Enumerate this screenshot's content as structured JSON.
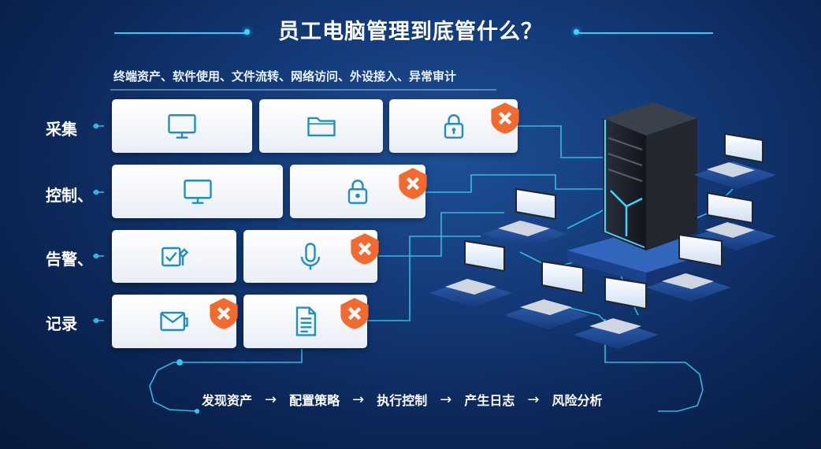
{
  "title": "员工电脑管理到底管什么？",
  "subtitle": "终端资产、软件使用、文件流转、网络访问、外设接入、异常审计",
  "rows": [
    {
      "label": "采集"
    },
    {
      "label": "控制、"
    },
    {
      "label": "告警、"
    },
    {
      "label": "记录"
    }
  ],
  "cards": [
    {
      "icon": "monitor-icon",
      "badge": false
    },
    {
      "icon": "folder-icon",
      "badge": false
    },
    {
      "icon": "lock-icon",
      "badge": true
    },
    {
      "icon": "monitor-icon",
      "badge": false
    },
    {
      "icon": "lock-icon",
      "badge": true
    },
    {
      "icon": "alert-check-icon",
      "badge": false
    },
    {
      "icon": "microphone-icon",
      "badge": true
    },
    {
      "icon": "mail-icon",
      "badge": true
    },
    {
      "icon": "document-icon",
      "badge": true
    }
  ],
  "flow": [
    "发现资产",
    "配置策略",
    "执行控制",
    "产生日志",
    "风险分析"
  ],
  "flow_arrow": "→",
  "colors": {
    "accent": "#36c9ff",
    "icon": "#1f8fc0",
    "badge": "#f26a2e",
    "background": "#133a78"
  }
}
